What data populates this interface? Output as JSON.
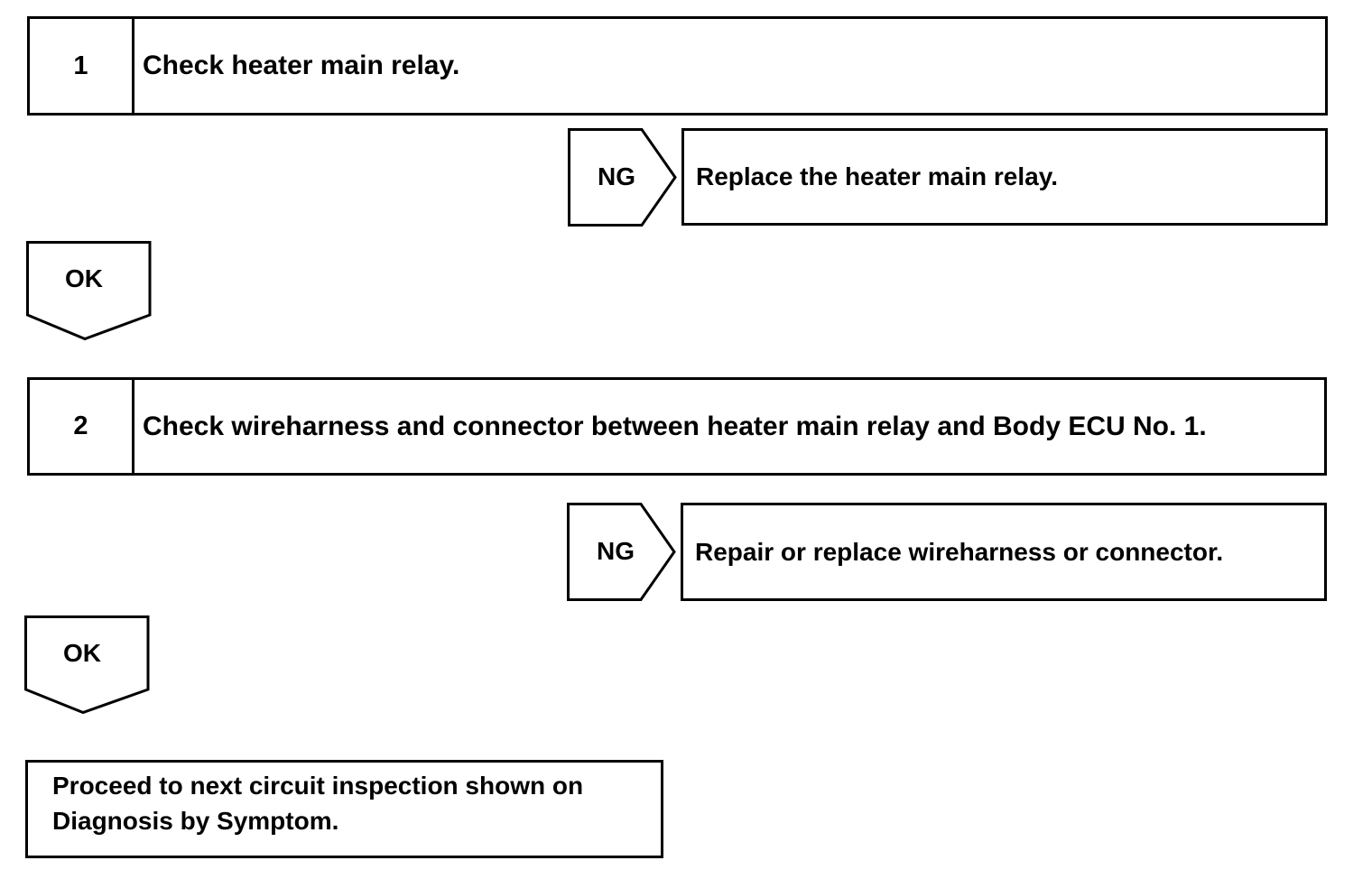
{
  "steps": [
    {
      "number": "1",
      "text": "Check heater main relay.",
      "ng_label": "NG",
      "ng_action": "Replace the heater main relay.",
      "ok_label": "OK"
    },
    {
      "number": "2",
      "text": "Check wireharness and connector between heater main relay and Body ECU No. 1.",
      "ng_label": "NG",
      "ng_action": "Repair or replace wireharness or connector.",
      "ok_label": "OK"
    }
  ],
  "final": {
    "line1": "Proceed to next circuit inspection shown on",
    "line2": "Diagnosis by Symptom."
  }
}
